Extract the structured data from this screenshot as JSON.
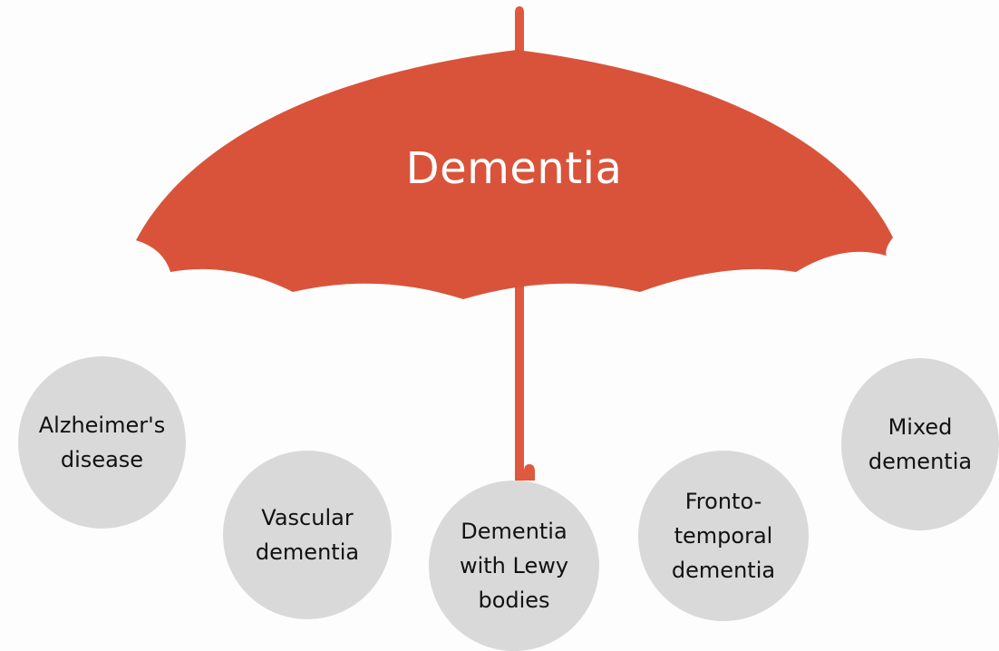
{
  "umbrella": {
    "title": "Dementia",
    "canopy_color": "#d9533a",
    "handle_color": "#e0583d"
  },
  "types": {
    "circle_color": "#d9d9d9",
    "items": [
      {
        "label": "Alzheimer's\ndisease"
      },
      {
        "label": "Vascular\ndementia"
      },
      {
        "label": "Dementia\nwith  Lewy\nbodies"
      },
      {
        "label": "Fronto-\ntemporal\ndementia"
      },
      {
        "label": "Mixed\ndementia"
      }
    ]
  }
}
